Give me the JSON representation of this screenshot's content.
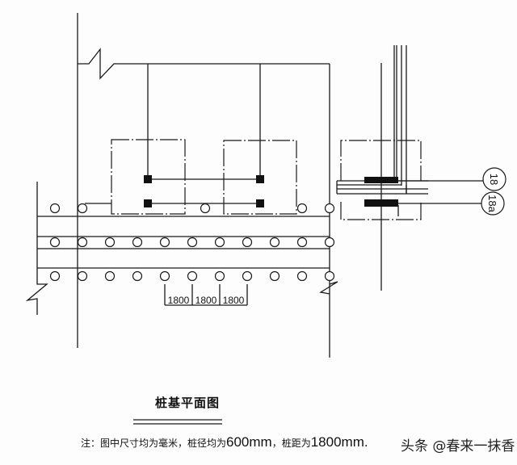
{
  "drawing": {
    "title": "桩基平面图",
    "note_prefix": "注：图中尺寸均为毫米，桩径均为",
    "pile_diameter": "600mm",
    "note_mid": "，桩距为",
    "pile_spacing": "1800mm",
    "note_end": ".",
    "dimensions": [
      "1800",
      "1800",
      "1800"
    ],
    "section_tags": [
      "18",
      "18a"
    ]
  },
  "watermark": "头条 @春来一抹香"
}
